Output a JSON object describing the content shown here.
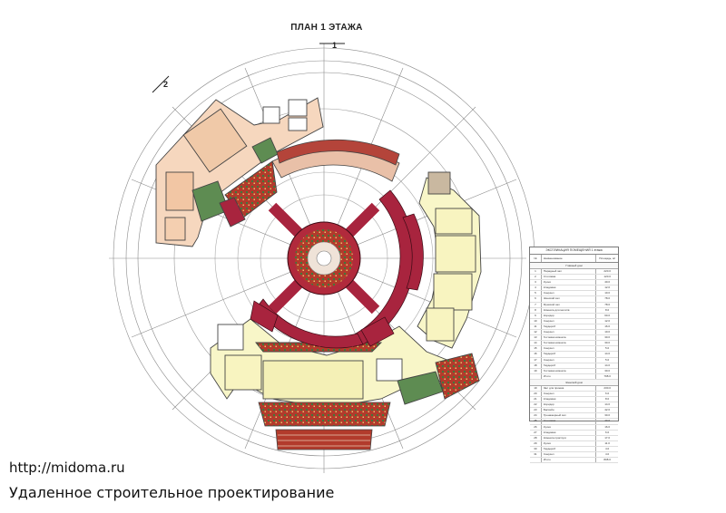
{
  "title": "ПЛАН 1 ЭТАЖА",
  "section_marks": [
    "1",
    "2"
  ],
  "legend": {
    "title": "ЭКСПЛИКАЦИЯ ПОМЕЩЕНИЙ 1 этажа",
    "headers": [
      "№",
      "Наименование",
      "Площадь, м²"
    ],
    "groups": [
      {
        "name": "Главный дом",
        "rows": [
          [
            "1",
            "Парадный зал",
            "220.0"
          ],
          [
            "2",
            "Столовая",
            "120.0"
          ],
          [
            "3",
            "Кухня",
            "40.0"
          ],
          [
            "4",
            "Кладовая",
            "12.0"
          ],
          [
            "5",
            "Санузел",
            "10.0"
          ],
          [
            "6",
            "Женский зал",
            "78.0"
          ],
          [
            "7",
            "Мужской зал",
            "78.0"
          ],
          [
            "8",
            "Комната для молитв",
            "8.0"
          ],
          [
            "9",
            "Коридор",
            "60.0"
          ],
          [
            "10",
            "Санузел",
            "12.0"
          ],
          [
            "11",
            "Гардероб",
            "16.0"
          ],
          [
            "12",
            "Санузел",
            "10.0"
          ],
          [
            "13",
            "Гостевая комната",
            "30.0"
          ],
          [
            "14",
            "Гостевая комната",
            "30.0"
          ],
          [
            "15",
            "Санузел",
            "5.0"
          ],
          [
            "16",
            "Гардероб",
            "14.0"
          ],
          [
            "17",
            "Санузел",
            "5.0"
          ],
          [
            "18",
            "Гардероб",
            "14.0"
          ],
          [
            "19",
            "Гостевая комната",
            "30.0"
          ],
          [
            "",
            "Итого",
            "798.0"
          ]
        ]
      },
      {
        "name": "Женский дом",
        "rows": [
          [
            "19",
            "Зал для приема",
            "230.0"
          ],
          [
            "20",
            "Санузел",
            "6.0"
          ],
          [
            "21",
            "Кладовая",
            "8.0"
          ],
          [
            "22",
            "Коридор",
            "14.0"
          ],
          [
            "23",
            "Бассейн",
            "42.0"
          ],
          [
            "24",
            "Тренажерный зал",
            "30.0"
          ],
          [
            "25",
            "Столовая",
            "40.0"
          ],
          [
            "26",
            "Кухня",
            "16.0"
          ],
          [
            "27",
            "Кладовая",
            "6.0"
          ],
          [
            "28",
            "Комната прислуги",
            "17.0"
          ],
          [
            "29",
            "Кухня",
            "11.0"
          ],
          [
            "30",
            "Гардероб",
            "4.0"
          ],
          [
            "31",
            "Санузел",
            "4.0"
          ],
          [
            "",
            "Итого",
            "808.0"
          ]
        ]
      }
    ]
  },
  "watermark": {
    "url": "http://midoma.ru",
    "tagline": "Удаленное строительное проектирование"
  },
  "colors": {
    "womens_wing": "#f6d7be",
    "main_wing": "#f8f6c8",
    "corridor": "#a8243e",
    "pattern": "#b43a2e",
    "green": "#5e8c52",
    "grey": "#c8c0ae"
  }
}
